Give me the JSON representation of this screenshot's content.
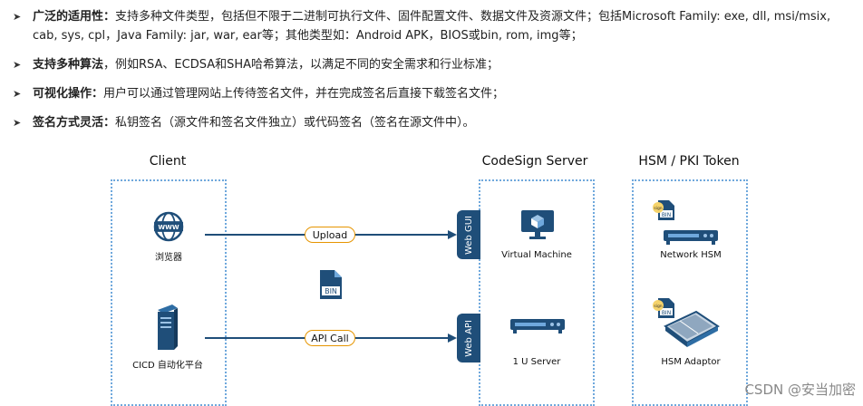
{
  "bullets": [
    {
      "bold": "广泛的适用性：",
      "text": "支持多种文件类型，包括但不限于二进制可执行文件、固件配置文件、数据文件及资源文件；包括Microsoft Family: exe, dll, msi/msix, cab, sys, cpl，Java Family: jar, war, ear等；其他类型如：Android APK，BIOS或bin, rom, img等；"
    },
    {
      "bold": "支持多种算法",
      "text": "，例如RSA、ECDSA和SHA哈希算法，以满足不同的安全需求和行业标准；"
    },
    {
      "bold": "可视化操作：",
      "text": "用户可以通过管理网站上传待签名文件，并在完成签名后直接下载签名文件；"
    },
    {
      "bold": "签名方式灵活：",
      "text": "私钥签名（源文件和签名文件独立）或代码签名（签名在源文件中）。"
    }
  ],
  "diagram": {
    "client_title": "Client",
    "server_title": "CodeSign Server",
    "hsm_title": "HSM / PKI Token",
    "browser_label": "浏览器",
    "cicd_label": "CICD 自动化平台",
    "file_label": "BIN",
    "upload_label": "Upload",
    "api_call_label": "API Call",
    "web_gui_label": "Web GUI",
    "web_api_label": "Web API",
    "vm_label": "Virtual Machine",
    "server_label": "1 U Server",
    "network_hsm_label": "Network HSM",
    "hsm_adaptor_label": "HSM Adaptor",
    "www_text": "WWW",
    "sign_text": "sign",
    "bin_text": "BIN"
  },
  "watermark": "CSDN @安当加密",
  "colors": {
    "accent": "#1f4e79",
    "pill_border": "#e69500",
    "dotted": "#6fa8dc"
  }
}
